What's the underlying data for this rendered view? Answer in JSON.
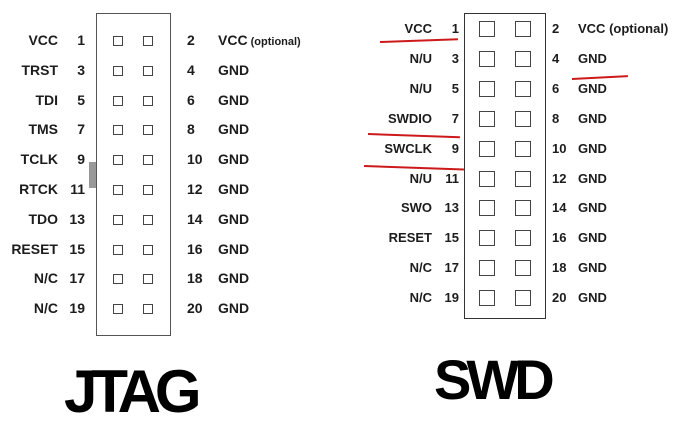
{
  "jtag": {
    "title": "JTAG",
    "rows": [
      {
        "left_label": "VCC",
        "left_pin": "1",
        "right_pin": "2",
        "right_label": "VCC",
        "right_note": "(optional)"
      },
      {
        "left_label": "TRST",
        "left_pin": "3",
        "right_pin": "4",
        "right_label": "GND",
        "right_note": ""
      },
      {
        "left_label": "TDI",
        "left_pin": "5",
        "right_pin": "6",
        "right_label": "GND",
        "right_note": ""
      },
      {
        "left_label": "TMS",
        "left_pin": "7",
        "right_pin": "8",
        "right_label": "GND",
        "right_note": ""
      },
      {
        "left_label": "TCLK",
        "left_pin": "9",
        "right_pin": "10",
        "right_label": "GND",
        "right_note": ""
      },
      {
        "left_label": "RTCK",
        "left_pin": "11",
        "right_pin": "12",
        "right_label": "GND",
        "right_note": ""
      },
      {
        "left_label": "TDO",
        "left_pin": "13",
        "right_pin": "14",
        "right_label": "GND",
        "right_note": ""
      },
      {
        "left_label": "RESET",
        "left_pin": "15",
        "right_pin": "16",
        "right_label": "GND",
        "right_note": ""
      },
      {
        "left_label": "N/C",
        "left_pin": "17",
        "right_pin": "18",
        "right_label": "GND",
        "right_note": ""
      },
      {
        "left_label": "N/C",
        "left_pin": "19",
        "right_pin": "20",
        "right_label": "GND",
        "right_note": ""
      }
    ]
  },
  "swd": {
    "title": "SWD",
    "rows": [
      {
        "left_label": "VCC",
        "left_pin": "1",
        "right_pin": "2",
        "right_label": "VCC",
        "right_note": "(optional)"
      },
      {
        "left_label": "N/U",
        "left_pin": "3",
        "right_pin": "4",
        "right_label": "GND",
        "right_note": ""
      },
      {
        "left_label": "N/U",
        "left_pin": "5",
        "right_pin": "6",
        "right_label": "GND",
        "right_note": ""
      },
      {
        "left_label": "SWDIO",
        "left_pin": "7",
        "right_pin": "8",
        "right_label": "GND",
        "right_note": ""
      },
      {
        "left_label": "SWCLK",
        "left_pin": "9",
        "right_pin": "10",
        "right_label": "GND",
        "right_note": ""
      },
      {
        "left_label": "N/U",
        "left_pin": "11",
        "right_pin": "12",
        "right_label": "GND",
        "right_note": ""
      },
      {
        "left_label": "SWO",
        "left_pin": "13",
        "right_pin": "14",
        "right_label": "GND",
        "right_note": ""
      },
      {
        "left_label": "RESET",
        "left_pin": "15",
        "right_pin": "16",
        "right_label": "GND",
        "right_note": ""
      },
      {
        "left_label": "N/C",
        "left_pin": "17",
        "right_pin": "18",
        "right_label": "GND",
        "right_note": ""
      },
      {
        "left_label": "N/C",
        "left_pin": "19",
        "right_pin": "20",
        "right_label": "GND",
        "right_note": ""
      }
    ]
  },
  "colors": {
    "text": "#1c1c1c",
    "annotation": "#cc1a1a",
    "background": "#ffffff"
  }
}
